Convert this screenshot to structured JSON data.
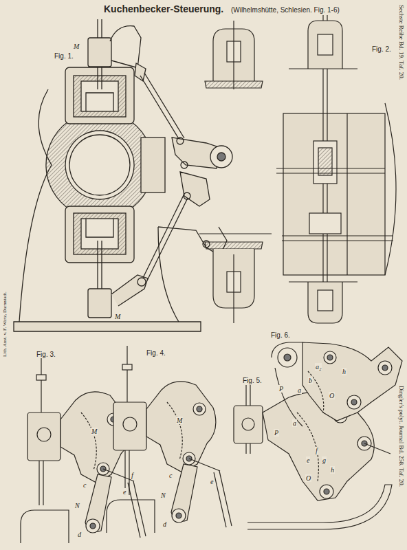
{
  "diagram": {
    "title": "Kuchenbecker-Steuerung.",
    "labels": [
      "(Wilhelmshütte, Schlesien. Fig. 1-6)",
      "Sechste Reihe Bd. 19. Taf. 20.",
      "Dingler's polyt. Journal Bd. 258. Taf. 20.",
      "Lith. Anst. v. F. Wirtz, Darmstadt.",
      "Fig. 1.",
      "M",
      "M",
      "Fig. 2.",
      "Fig. 3.",
      "M",
      "c",
      "e",
      "f",
      "N",
      "d",
      "Fig. 4.",
      "M",
      "c",
      "e",
      "N",
      "d",
      "Fig. 5.",
      "P",
      "e",
      "f",
      "g",
      "h",
      "O",
      "Fig. 6.",
      "P",
      "a₂",
      "h",
      "b",
      "a",
      "O",
      "a"
    ]
  }
}
